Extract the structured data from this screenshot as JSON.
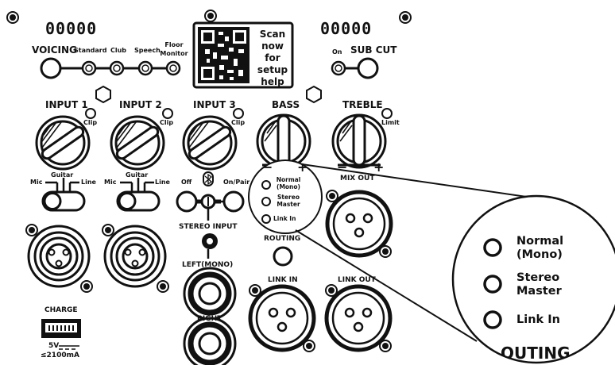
{
  "serial_left": "00000",
  "serial_right": "00000",
  "voicing": {
    "title": "VOICING",
    "options": [
      "Standard",
      "Club",
      "Speech",
      "Floor",
      "Monitor"
    ]
  },
  "qr": {
    "line1": "Scan now",
    "line2": "for setup",
    "line3": "help"
  },
  "subcut": {
    "on_label": "On",
    "title": "SUB CUT"
  },
  "inputs": {
    "input1": "INPUT 1",
    "input2": "INPUT 2",
    "input3": "INPUT 3",
    "clip": "Clip",
    "mic": "Mic",
    "guitar": "Guitar",
    "line": "Line"
  },
  "eq": {
    "bass": "BASS",
    "treble": "TREBLE",
    "limit": "Limit",
    "minus": "−",
    "plus": "+"
  },
  "bluetooth": {
    "off": "Off",
    "on_pair": "On/Pair"
  },
  "stereo_input": "STEREO INPUT",
  "left_mono": "LEFT(MONO)",
  "right": "RIGHT",
  "charge": {
    "title": "CHARGE",
    "volt": "5V",
    "current": "≤2100mA"
  },
  "routing": {
    "title": "ROUTING",
    "options": [
      {
        "line1": "Normal",
        "line2": "(Mono)"
      },
      {
        "line1": "Stereo",
        "line2": "Master"
      },
      {
        "line1": "Link In",
        "line2": ""
      }
    ]
  },
  "mix_out": "MIX OUT",
  "link_in": "LINK IN",
  "link_out": "LINK OUT",
  "zoom": {
    "options": [
      {
        "line1": "Normal",
        "line2": "(Mono)"
      },
      {
        "line1": "Stereo",
        "line2": "Master"
      },
      {
        "line1": "Link In",
        "line2": ""
      }
    ],
    "partial_label": "OUTING"
  }
}
